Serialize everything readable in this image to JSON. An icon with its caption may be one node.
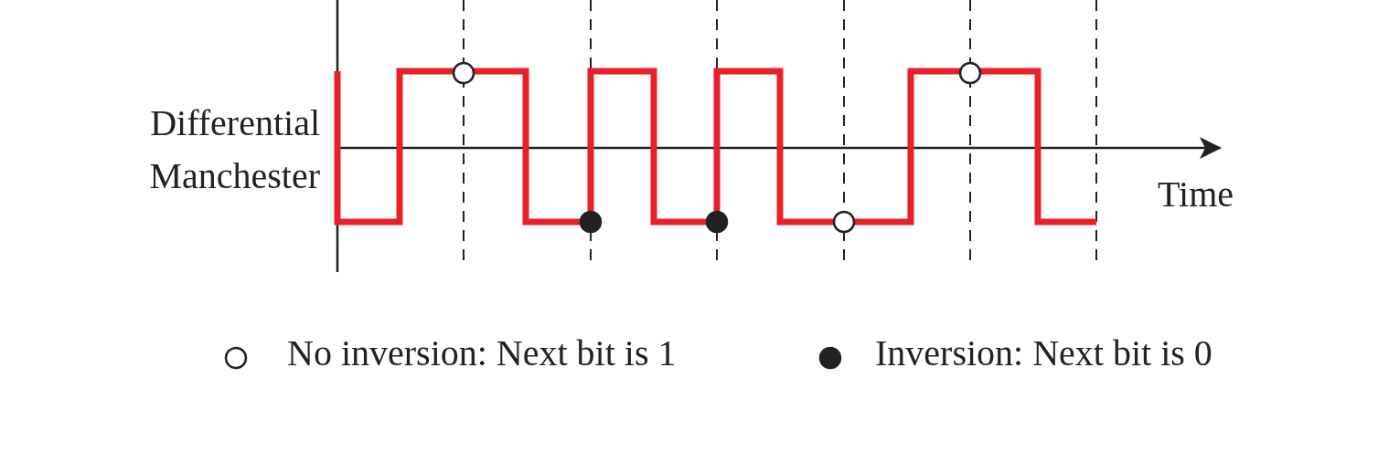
{
  "diagram": {
    "labels": [
      "Differential Manchester",
      "Time"
    ],
    "legend": [
      {
        "text": "No inversion: Next bit is 1"
      },
      {
        "text": "Inversion: Next bit is 0"
      }
    ]
  }
}
